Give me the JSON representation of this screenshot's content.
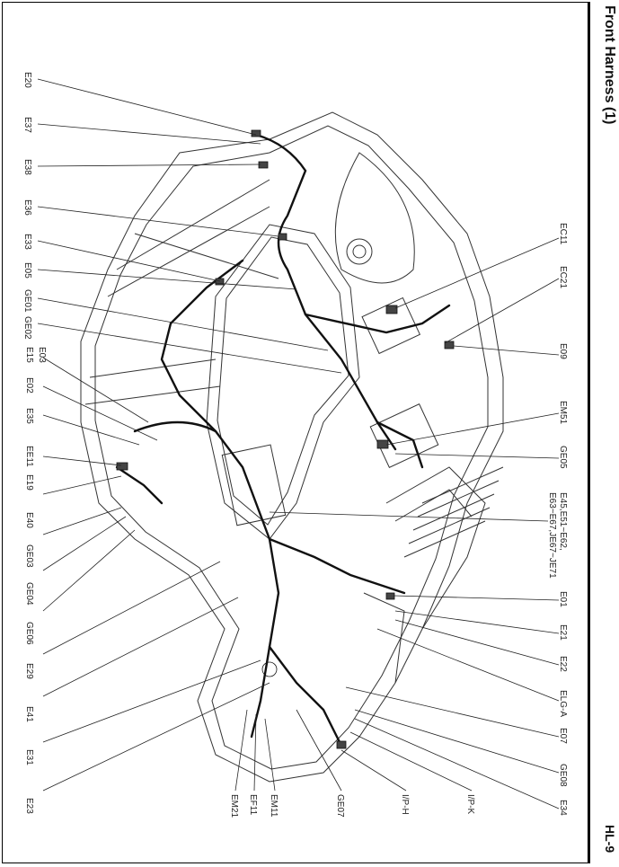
{
  "header": {
    "title": "Front Harness (1)",
    "page_code": "HL-9"
  },
  "callouts_left": [
    {
      "id": "E20"
    },
    {
      "id": "E37"
    },
    {
      "id": "E38"
    },
    {
      "id": "E36"
    },
    {
      "id": "E33"
    },
    {
      "id": "E05"
    },
    {
      "id": "GE01"
    },
    {
      "id": "GE02"
    },
    {
      "id": "E03"
    },
    {
      "id": "E15"
    },
    {
      "id": "E02"
    },
    {
      "id": "E35"
    },
    {
      "id": "EE11"
    },
    {
      "id": "E19"
    },
    {
      "id": "E40"
    },
    {
      "id": "GE03"
    },
    {
      "id": "GE04"
    },
    {
      "id": "GE06"
    },
    {
      "id": "E29"
    },
    {
      "id": "E41"
    },
    {
      "id": "E31"
    },
    {
      "id": "E23"
    }
  ],
  "callouts_bottom": [
    {
      "id": "EM21"
    },
    {
      "id": "EF11"
    },
    {
      "id": "EM11"
    },
    {
      "id": "GE07"
    },
    {
      "id": "I/P-H"
    },
    {
      "id": "I/P-K"
    }
  ],
  "callouts_right": [
    {
      "id": "EC11"
    },
    {
      "id": "EC21"
    },
    {
      "id": "E09"
    },
    {
      "id": "EM51"
    },
    {
      "id": "GE05"
    },
    {
      "id": "E45,E51~E62,"
    },
    {
      "id": "E63~E67,JE67~JE71"
    },
    {
      "id": "E01"
    },
    {
      "id": "E21"
    },
    {
      "id": "E22"
    },
    {
      "id": "ELG-A"
    },
    {
      "id": "E07"
    },
    {
      "id": "GE08"
    },
    {
      "id": "E34"
    }
  ]
}
